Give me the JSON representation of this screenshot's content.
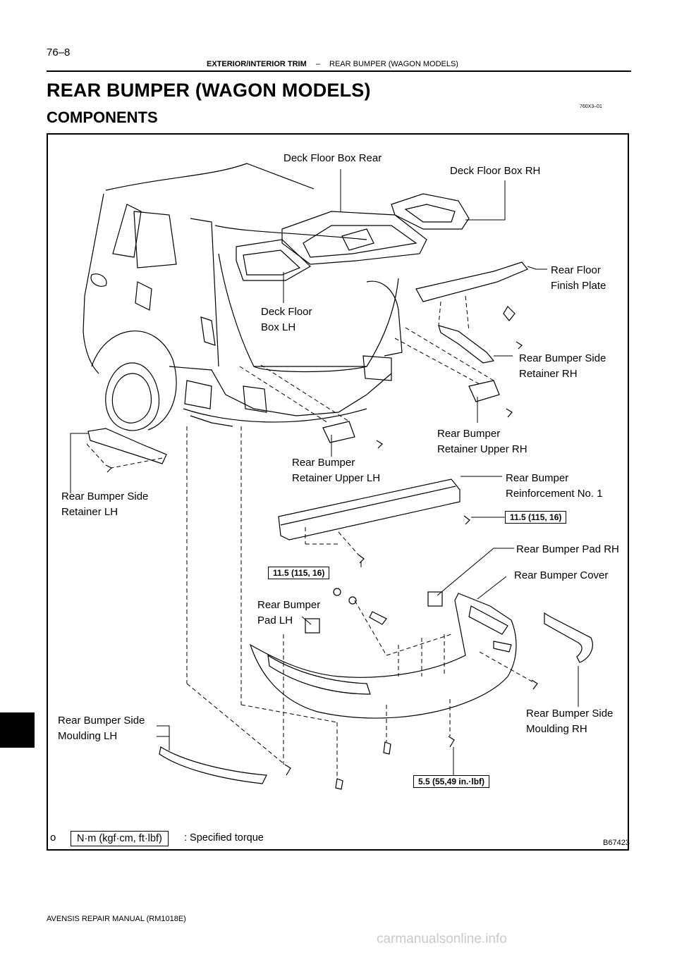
{
  "header": {
    "page_number": "76–8",
    "section": "EXTERIOR/INTERIOR TRIM",
    "separator": "–",
    "topic": "REAR BUMPER (WAGON MODELS)"
  },
  "title": "REAR BUMPER (WAGON MODELS)",
  "subtitle": "COMPONENTS",
  "figure_code": "760X3–01",
  "figure_id": "B67423",
  "labels": {
    "deck_floor_box_rear": "Deck Floor Box Rear",
    "deck_floor_box_rh": "Deck Floor Box RH",
    "rear_floor_finish_plate": "Rear Floor\nFinish Plate",
    "deck_floor_box_lh": "Deck Floor\nBox LH",
    "rear_bumper_side_retainer_rh": "Rear Bumper Side\nRetainer RH",
    "rear_bumper_retainer_upper_rh": "Rear Bumper\nRetainer Upper RH",
    "rear_bumper_retainer_upper_lh": "Rear Bumper\nRetainer Upper LH",
    "rear_bumper_reinforcement_no1": "Rear Bumper\nReinforcement No. 1",
    "rear_bumper_side_retainer_lh": "Rear Bumper Side\nRetainer LH",
    "rear_bumper_pad_rh": "Rear Bumper Pad RH",
    "rear_bumper_cover": "Rear Bumper Cover",
    "rear_bumper_pad_lh": "Rear Bumper\nPad LH",
    "rear_bumper_side_moulding_lh": "Rear Bumper Side\nMoulding LH",
    "rear_bumper_side_moulding_rh": "Rear Bumper Side\nMoulding RH"
  },
  "torques": {
    "reinforcement_rh": "11.5 (115, 16)",
    "reinforcement_lh": "11.5 (115, 16)",
    "cover_bottom": "5.5 (55,49 in.·lbf)"
  },
  "legend": {
    "mark": "o",
    "unit_box": "N·m (kgf·cm, ft·lbf)",
    "text": ": Specified torque"
  },
  "footer": "AVENSIS REPAIR MANUAL   (RM1018E)",
  "watermark": "carmanualsonline.info"
}
